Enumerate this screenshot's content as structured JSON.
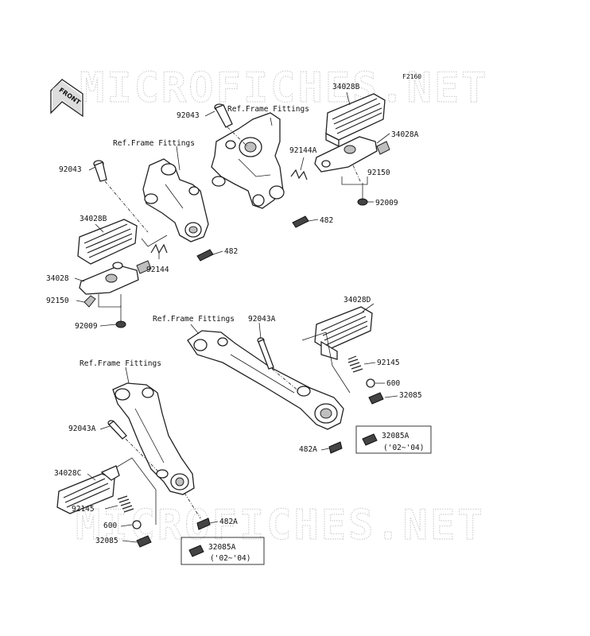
{
  "diagram_code": "F2160",
  "front_label": "FRONT",
  "watermark": "MICROFICHES.NET",
  "labels": {
    "ref_frame_fittings_1": "Ref.Frame Fittings",
    "ref_frame_fittings_2": "Ref.Frame Fittings",
    "ref_frame_fittings_3": "Ref.Frame Fittings",
    "ref_frame_fittings_4": "Ref.Frame Fittings",
    "p_34028B_top": "34028B",
    "p_92043_top": "92043",
    "p_34028A": "34028A",
    "p_92144A": "92144A",
    "p_92150_right": "92150",
    "p_92009_right": "92009",
    "p_482_top": "482",
    "p_92043_left": "92043",
    "p_34028B_left": "34028B",
    "p_482_mid": "482",
    "p_92144": "92144",
    "p_34028": "34028",
    "p_92150_left": "92150",
    "p_92009_left": "92009",
    "p_34028D": "34028D",
    "p_92043A_top": "92043A",
    "p_92145_right": "92145",
    "p_600_right": "600",
    "p_32085_right": "32085",
    "p_32085A_right": "32085A",
    "p_note_right": "('02~'04)",
    "p_482A_right": "482A",
    "p_92043A_left": "92043A",
    "p_34028C": "34028C",
    "p_92145_left": "92145",
    "p_600_left": "600",
    "p_32085_left": "32085",
    "p_482A_left": "482A",
    "p_32085A_left": "32085A",
    "p_note_left": "('02~'04)"
  }
}
